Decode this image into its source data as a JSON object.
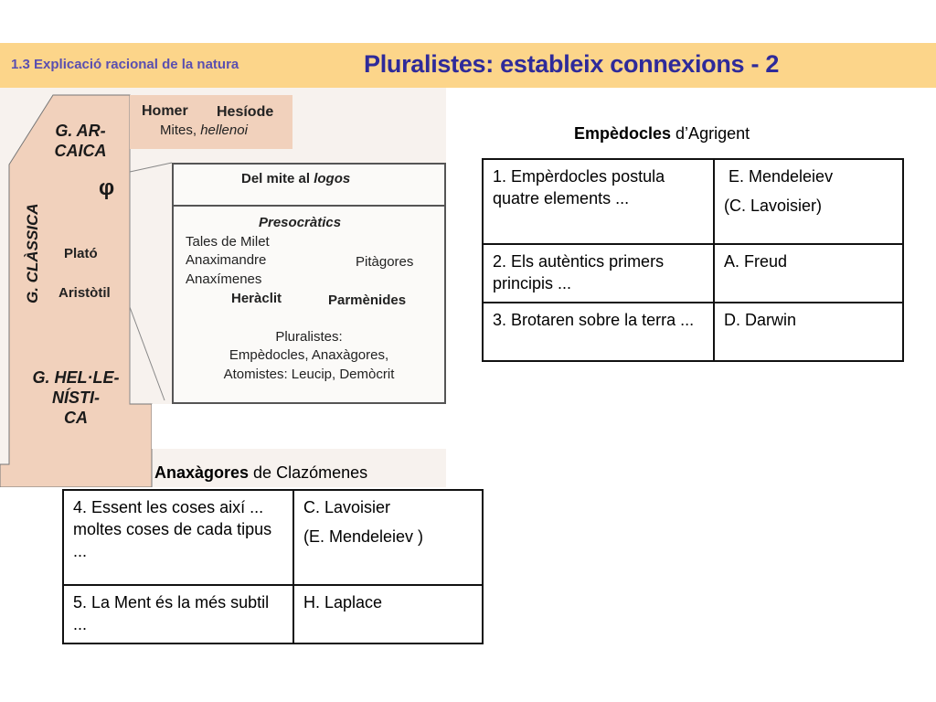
{
  "header": {
    "section": "1.3 Explicació racional de la natura",
    "title": "Pluralistes: estableix connexions - 2"
  },
  "diagram": {
    "myth": {
      "homer": "Homer",
      "hesiode": "Hesíode",
      "mites": "Mites,",
      "hellenoi": "hellenoi"
    },
    "eras": {
      "archaic_1": "G. AR-",
      "archaic_2": "CAICA",
      "classic": "G. CLÀSSICA",
      "hellenistic_1": "G. HEL·LE-",
      "hellenistic_2": "NÍSTI-",
      "hellenistic_3": "CA"
    },
    "phi": "φ",
    "plato": "Plató",
    "aristotil": "Aristòtil",
    "myth_to_logos": "Del mite al",
    "logos": "logos",
    "presocratics": "Presocràtics",
    "tales": "Tales de Milet",
    "anaximandre": "Anaximandre",
    "pitagores": "Pitàgores",
    "anaximenes": "Anaxímenes",
    "heraclit": "Heràclit",
    "parmenides": "Parmènides",
    "pluralistes": "Pluralistes:",
    "pluralistes_line1": "Empèdocles, Anaxàgores,",
    "pluralistes_line2": "Atomistes: Leucip, Demòcrit"
  },
  "empedocles": {
    "caption_bold": "Empèdocles",
    "caption_rest": " d’Agrigent",
    "rows": [
      {
        "statement": "1. Empèrdocles postula quatre elements ...",
        "answer_1": " E. Mendeleiev",
        "answer_2": "(C. Lavoisier)"
      },
      {
        "statement": "2. Els autèntics primers principis ...",
        "answer_1": "A. Freud",
        "answer_2": ""
      },
      {
        "statement": "3. Brotaren sobre la terra ...",
        "answer_1": "D. Darwin",
        "answer_2": ""
      }
    ]
  },
  "anaxagores": {
    "caption_bold": "Anaxàgores",
    "caption_rest": " de Clazómenes",
    "rows": [
      {
        "statement": "4. Essent les coses així ... moltes coses de cada tipus ...",
        "answer_1": "C. Lavoisier",
        "answer_2": "(E. Mendeleiev )"
      },
      {
        "statement": "5. La Ment és la més subtil ...",
        "answer_1": "H. Laplace",
        "answer_2": ""
      }
    ]
  },
  "colors": {
    "header_band": "#fcd58a",
    "section_text": "#5a4fb0",
    "title_text": "#2e2a9a",
    "era_band": "#f1d1bc"
  }
}
